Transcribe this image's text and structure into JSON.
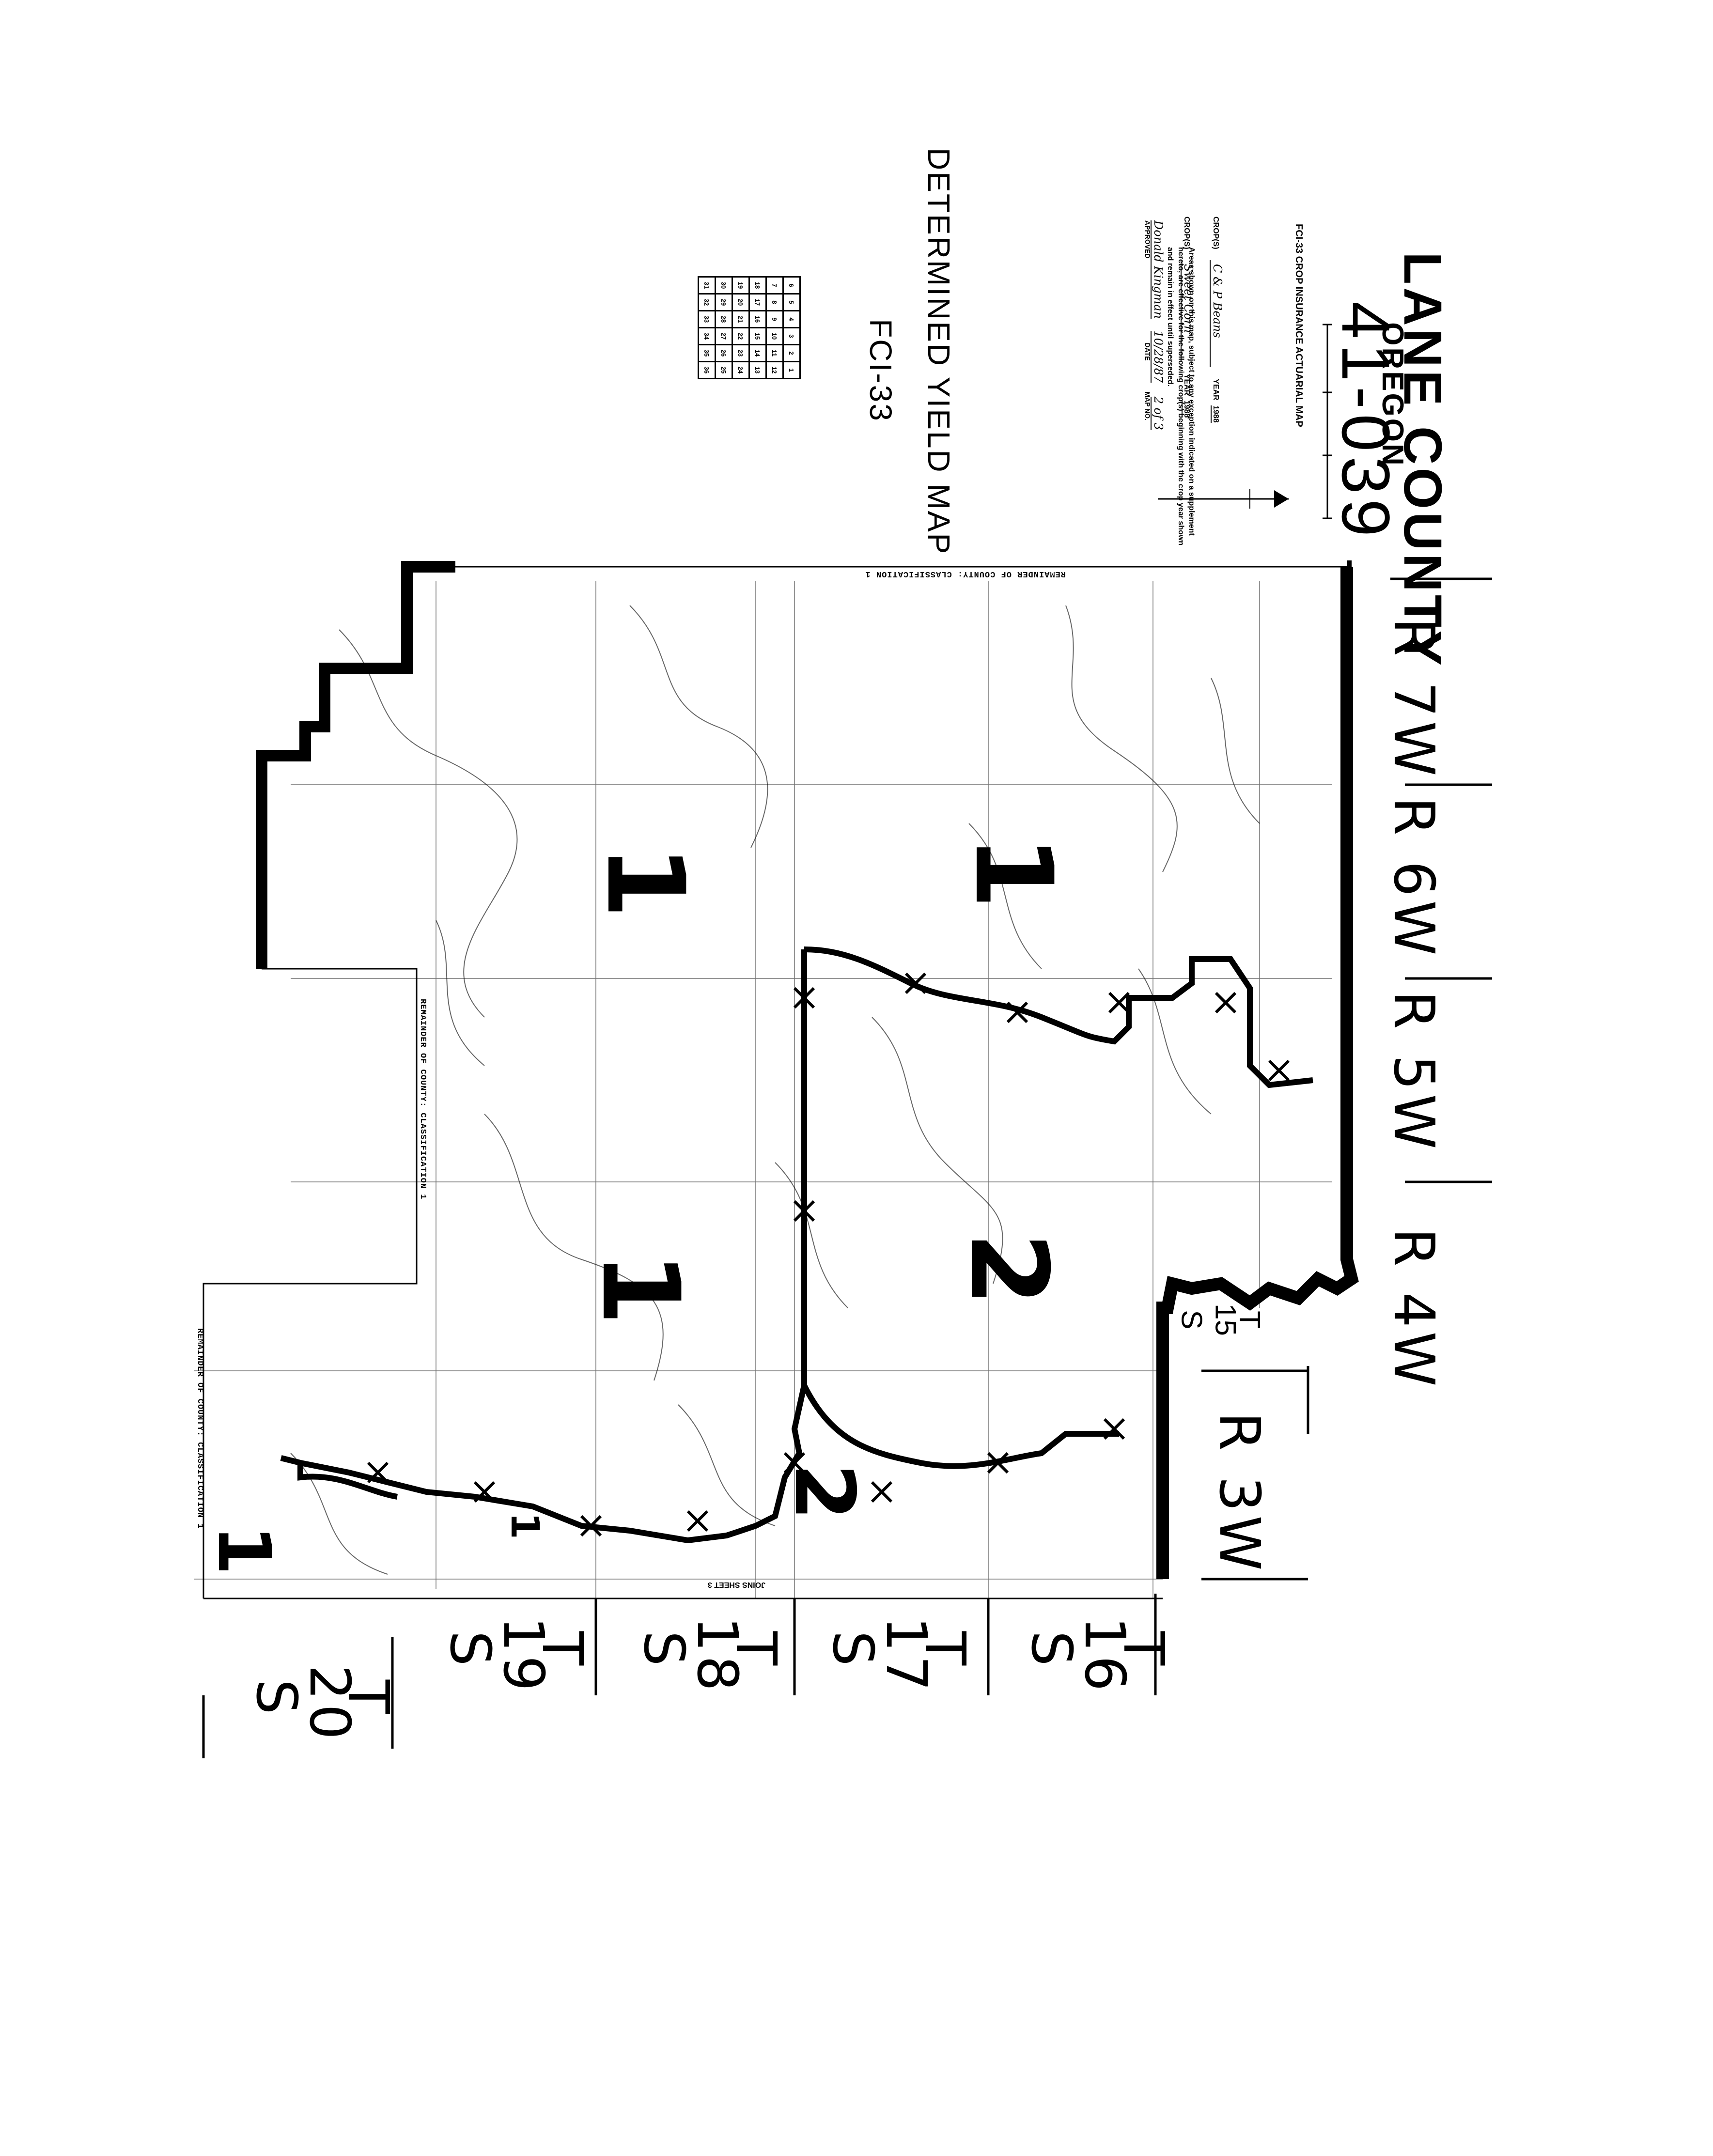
{
  "header": {
    "county": "LANE COUNTY",
    "state": "OREGON",
    "map_number": "41-039"
  },
  "legend_box": {
    "title": "FCI-33 CROP INSURANCE ACTUARIAL MAP",
    "note": "Areas shown on this map, subject to any exception indicated on a supplement hereto, are effective for the following crop(s) beginning with the crop year shown and remain in effect until superseded.",
    "crops_label": "CROP(S)",
    "crop_1": "C & P Beans",
    "crop_2": "Sweet Corn",
    "year_label": "YEAR",
    "year_1": "1988",
    "year_2": "1988",
    "approved_sig": "Donald Kingman",
    "approved_label": "APPROVED",
    "date_value": "10/28/87",
    "date_label": "DATE",
    "map_sheet_value": "2 of 3",
    "map_sheet_label": "MAP NO."
  },
  "fc_title": {
    "line1": "FCI-33",
    "line2": "DETERMINED YIELD MAP"
  },
  "sheet_index": {
    "rows": [
      [
        "6",
        "5",
        "4",
        "3",
        "2",
        "1"
      ],
      [
        "7",
        "8",
        "9",
        "10",
        "11",
        "12"
      ],
      [
        "18",
        "17",
        "16",
        "15",
        "14",
        "13"
      ],
      [
        "19",
        "20",
        "21",
        "22",
        "23",
        "24"
      ],
      [
        "30",
        "29",
        "28",
        "27",
        "26",
        "25"
      ],
      [
        "31",
        "32",
        "33",
        "34",
        "35",
        "36"
      ]
    ]
  },
  "ranges": [
    "R 7W",
    "R 6W",
    "R 5W",
    "R 4W",
    "R 3W"
  ],
  "townships": [
    {
      "t": "T",
      "n": "15",
      "s": "S"
    },
    {
      "t": "T",
      "n": "16",
      "s": "S"
    },
    {
      "t": "T",
      "n": "17",
      "s": "S"
    },
    {
      "t": "T",
      "n": "18",
      "s": "S"
    },
    {
      "t": "T",
      "n": "19",
      "s": "S"
    },
    {
      "t": "T",
      "n": "20",
      "s": "S"
    }
  ],
  "map_labels": {
    "remainder_1": "REMAINDER OF COUNTY:  CLASSIFICATION  1",
    "remainder_2": "REMAINDER OF COUNTY:  CLASSIFICATION  1",
    "remainder_3": "REMAINDER OF COUNTY:  CLASSIFICATION  1",
    "joins_sheet": "JOINS SHEET 3",
    "classes": [
      "1",
      "1",
      "1",
      "2",
      "1",
      "2",
      "1"
    ]
  }
}
